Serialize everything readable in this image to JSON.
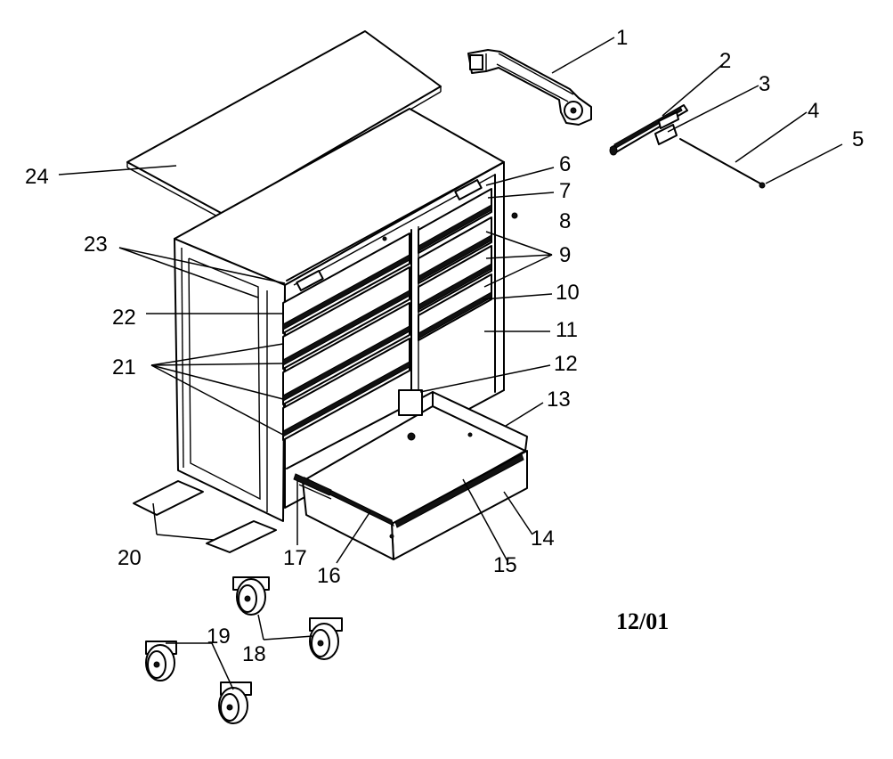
{
  "callouts": {
    "c1": "1",
    "c2": "2",
    "c3": "3",
    "c4": "4",
    "c5": "5",
    "c6": "6",
    "c7": "7",
    "c8": "8",
    "c9": "9",
    "c10": "10",
    "c11": "11",
    "c12": "12",
    "c13": "13",
    "c14": "14",
    "c15": "15",
    "c16": "16",
    "c17": "17",
    "c18": "18",
    "c19": "19",
    "c20": "20",
    "c21": "21",
    "c22": "22",
    "c23": "23",
    "c24": "24"
  },
  "date_code": "12/01"
}
